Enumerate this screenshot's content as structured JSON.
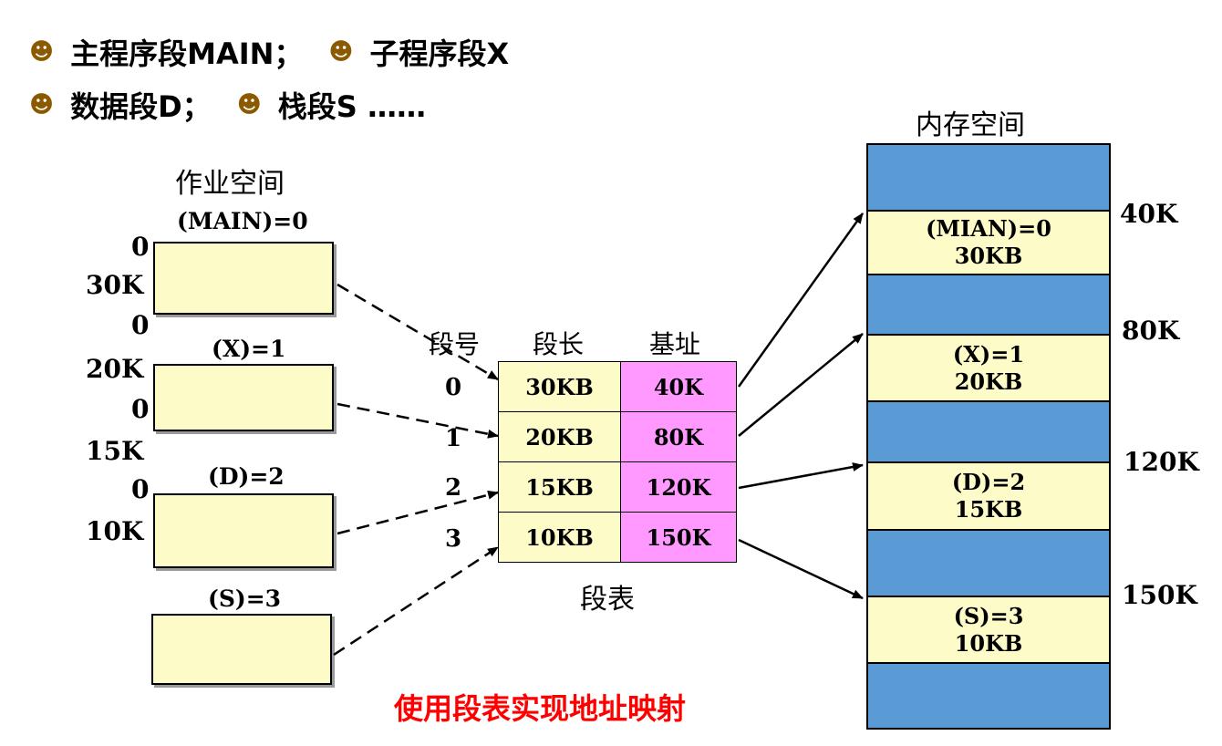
{
  "header": {
    "line1": {
      "seg_main": "主程序段MAIN；",
      "seg_sub": "子程序段X"
    },
    "line2": {
      "seg_data": "数据段D；",
      "seg_stack": "栈段S ……"
    },
    "bullet_icon": "smiley-bullet"
  },
  "job_space": {
    "title": "作业空间",
    "segments": [
      {
        "name": "(MAIN)=0",
        "start": "0",
        "end": "30K"
      },
      {
        "name": "(X)=1",
        "start": "0",
        "end": "20K"
      },
      {
        "name": "(D)=2",
        "start": "0",
        "end": "15K"
      },
      {
        "name": "(S)=3",
        "start": "0",
        "end": "10K"
      }
    ]
  },
  "segment_table": {
    "caption": "段表",
    "col_seg_no": "段号",
    "col_length": "段长",
    "col_base": "基址",
    "rows": [
      {
        "no": "0",
        "length": "30KB",
        "base": "40K"
      },
      {
        "no": "1",
        "length": "20KB",
        "base": "80K"
      },
      {
        "no": "2",
        "length": "15KB",
        "base": "120K"
      },
      {
        "no": "3",
        "length": "10KB",
        "base": "150K"
      }
    ]
  },
  "memory": {
    "title": "内存空间",
    "blocks": [
      {
        "name": "(MIAN)=0",
        "size": "30KB",
        "addr": "40K"
      },
      {
        "name": "(X)=1",
        "size": "20KB",
        "addr": "80K"
      },
      {
        "name": "(D)=2",
        "size": "15KB",
        "addr": "120K"
      },
      {
        "name": "(S)=3",
        "size": "10KB",
        "addr": "150K"
      }
    ]
  },
  "footer_caption": "使用段表实现地址映射",
  "colors": {
    "bullet": "#8b5a00",
    "segment_fill": "#fdfbc8",
    "base_fill": "#ff99ff",
    "memory_free": "#5b9bd5",
    "caption_red": "#ff0000"
  }
}
